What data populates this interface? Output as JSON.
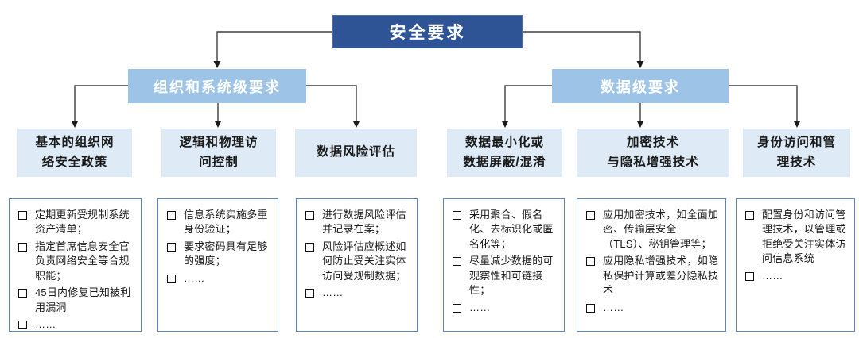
{
  "diagram_title": "安全要求",
  "colors": {
    "root-fill": "#2E5496",
    "root-border": "#4A6FB0",
    "branch-fill": "#9DC3E6",
    "leaf-fill": "#DEEAF6",
    "detail-border": "#5B84C4",
    "line": "#3F3F3F",
    "arrow": "#1A1A1A",
    "text-dark": "#1A1A1A"
  },
  "root": {
    "label": "安全要求"
  },
  "level2": [
    {
      "label": "组织和系统级要求"
    },
    {
      "label": "数据级要求"
    }
  ],
  "columns": [
    {
      "title": "基本的组织网\n络安全政策",
      "items": [
        "定期更新受规制系统资产清单；",
        "指定首席信息安全官负责网络安全等合规职能；",
        "45日内修复已知被利用漏洞",
        "……"
      ]
    },
    {
      "title": "逻辑和物理访\n问控制",
      "items": [
        "信息系统实施多重身份验证；",
        "要求密码具有足够的强度；",
        "……"
      ]
    },
    {
      "title": "数据风险评估",
      "items": [
        "进行数据风险评估并记录在案；",
        "风险评估应概述如何防止受关注实体访问受规制数据；",
        "……"
      ]
    },
    {
      "title": "数据最小化或\n数据屏蔽/混淆",
      "items": [
        "采用聚合、假名化、去标识化或匿名化等；",
        "尽量减少数据的可观察性和可链接性；",
        "……"
      ]
    },
    {
      "title": "加密技术\n与隐私增强技术",
      "items": [
        "应用加密技术，如全面加密、传输层安全（TLS）、秘钥管理等；",
        "应用隐私增强技术，如隐私保护计算或差分隐私技术",
        "……"
      ]
    },
    {
      "title": "身份访问和管\n理技术",
      "items": [
        "配置身份和访问管理技术，以管理或拒绝受关注实体访问信息系统",
        "……"
      ]
    }
  ]
}
